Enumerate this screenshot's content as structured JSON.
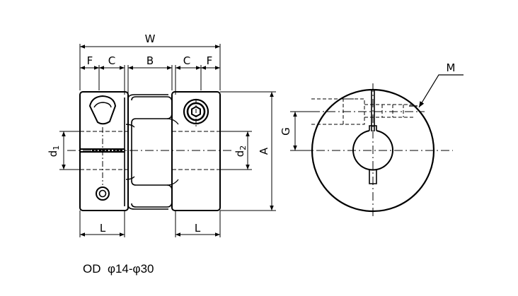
{
  "drawing": {
    "front_view": {
      "dimensions": {
        "W": "W",
        "F_left": "F",
        "C_left": "C",
        "B": "B",
        "C_right": "C",
        "F_right": "F",
        "d1_main": "d",
        "d1_sub": "1",
        "d2_main": "d",
        "d2_sub": "2",
        "A": "A",
        "L_left": "L",
        "L_right": "L"
      }
    },
    "side_view": {
      "dimensions": {
        "M": "M",
        "G": "G"
      }
    },
    "caption": "OD  φ14-φ30"
  },
  "colors": {
    "line": "#000000",
    "background": "#ffffff"
  }
}
